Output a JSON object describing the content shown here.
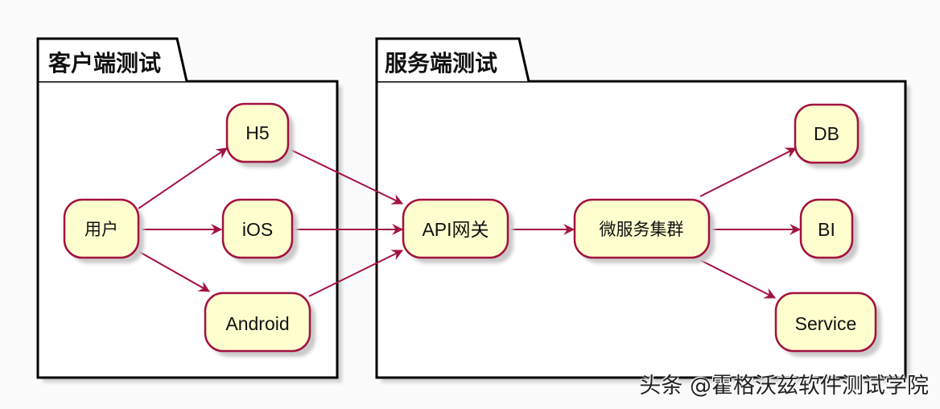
{
  "packages": {
    "client": {
      "title": "客户端测试"
    },
    "server": {
      "title": "服务端测试"
    }
  },
  "nodes": {
    "user": "用户",
    "h5": "H5",
    "ios": "iOS",
    "android": "Android",
    "gateway": "API网关",
    "cluster": "微服务集群",
    "db": "DB",
    "bi": "BI",
    "service": "Service"
  },
  "edges": [
    {
      "from": "用户",
      "to": "H5"
    },
    {
      "from": "用户",
      "to": "iOS"
    },
    {
      "from": "用户",
      "to": "Android"
    },
    {
      "from": "H5",
      "to": "API网关"
    },
    {
      "from": "iOS",
      "to": "API网关"
    },
    {
      "from": "Android",
      "to": "API网关"
    },
    {
      "from": "API网关",
      "to": "微服务集群"
    },
    {
      "from": "微服务集群",
      "to": "DB"
    },
    {
      "from": "微服务集群",
      "to": "BI"
    },
    {
      "from": "微服务集群",
      "to": "Service"
    }
  ],
  "colors": {
    "node_fill": "#fefecf",
    "node_border": "#a3123f",
    "arrow": "#a3123f",
    "package_border": "#000000",
    "shadow": "#c9c9c9"
  },
  "watermark": "头条 @霍格沃兹软件测试学院"
}
